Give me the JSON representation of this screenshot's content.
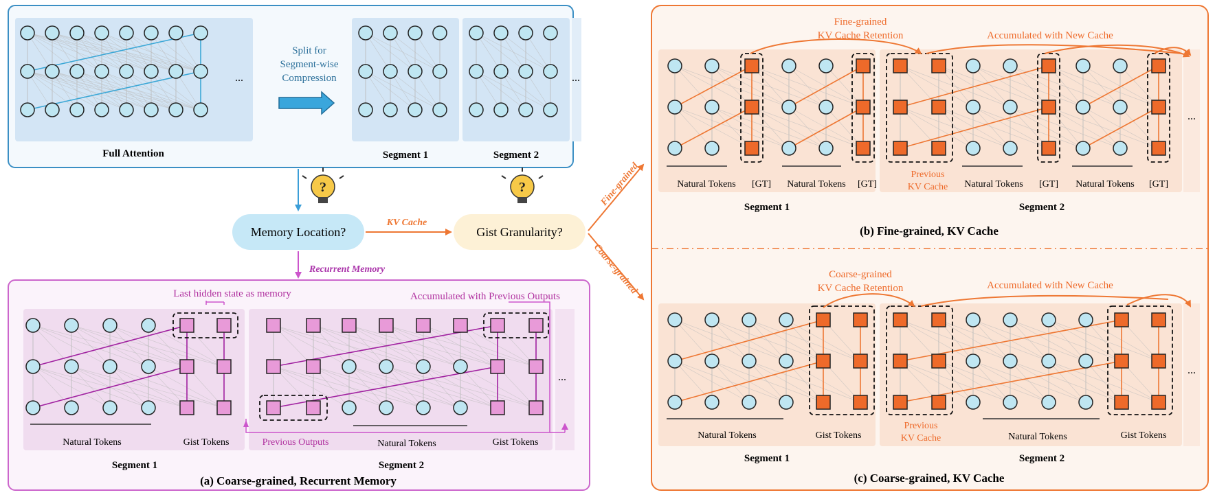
{
  "top": {
    "split_label_1": "Split for",
    "split_label_2": "Segment-wise",
    "split_label_3": "Compression",
    "full_attention": "Full Attention",
    "segment_1": "Segment 1",
    "segment_2": "Segment 2",
    "ellipsis": "..."
  },
  "decision": {
    "memory_location": "Memory Location?",
    "gist_granularity": "Gist Granularity?",
    "kv_cache": "KV Cache",
    "recurrent_memory": "Recurrent Memory",
    "fine_grained": "Fine-grained",
    "coarse_grained": "Coarse-grained"
  },
  "panel_a": {
    "caption": "(a) Coarse-grained, Recurrent Memory",
    "last_hidden": "Last hidden state as memory",
    "accumulated": "Accumulated with Previous Outputs",
    "natural_tokens": "Natural Tokens",
    "gist_tokens": "Gist Tokens",
    "previous_outputs": "Previous Outputs",
    "segment_1": "Segment 1",
    "segment_2": "Segment 2",
    "ellipsis": "..."
  },
  "panel_b": {
    "caption": "(b) Fine-grained, KV Cache",
    "retention_1": "Fine-grained",
    "retention_2": "KV Cache Retention",
    "accumulated": "Accumulated with New Cache",
    "natural_tokens": "Natural Tokens",
    "gt": "[GT]",
    "previous_1": "Previous",
    "previous_2": "KV Cache",
    "segment_1": "Segment 1",
    "segment_2": "Segment 2",
    "ellipsis": "..."
  },
  "panel_c": {
    "caption": "(c) Coarse-grained, KV Cache",
    "retention_1": "Coarse-grained",
    "retention_2": "KV Cache Retention",
    "accumulated": "Accumulated with New Cache",
    "natural_tokens": "Natural Tokens",
    "gist_tokens": "Gist Tokens",
    "previous_1": "Previous",
    "previous_2": "KV Cache",
    "segment_1": "Segment 1",
    "segment_2": "Segment 2",
    "ellipsis": "..."
  },
  "colors": {
    "blue": "#3b8fc4",
    "node_fill": "#bfe6f2",
    "pink": "#cc55cc",
    "gist_pink": "#e89ad8",
    "orange": "#ee7733",
    "gist_orange": "#ee6a2a"
  }
}
